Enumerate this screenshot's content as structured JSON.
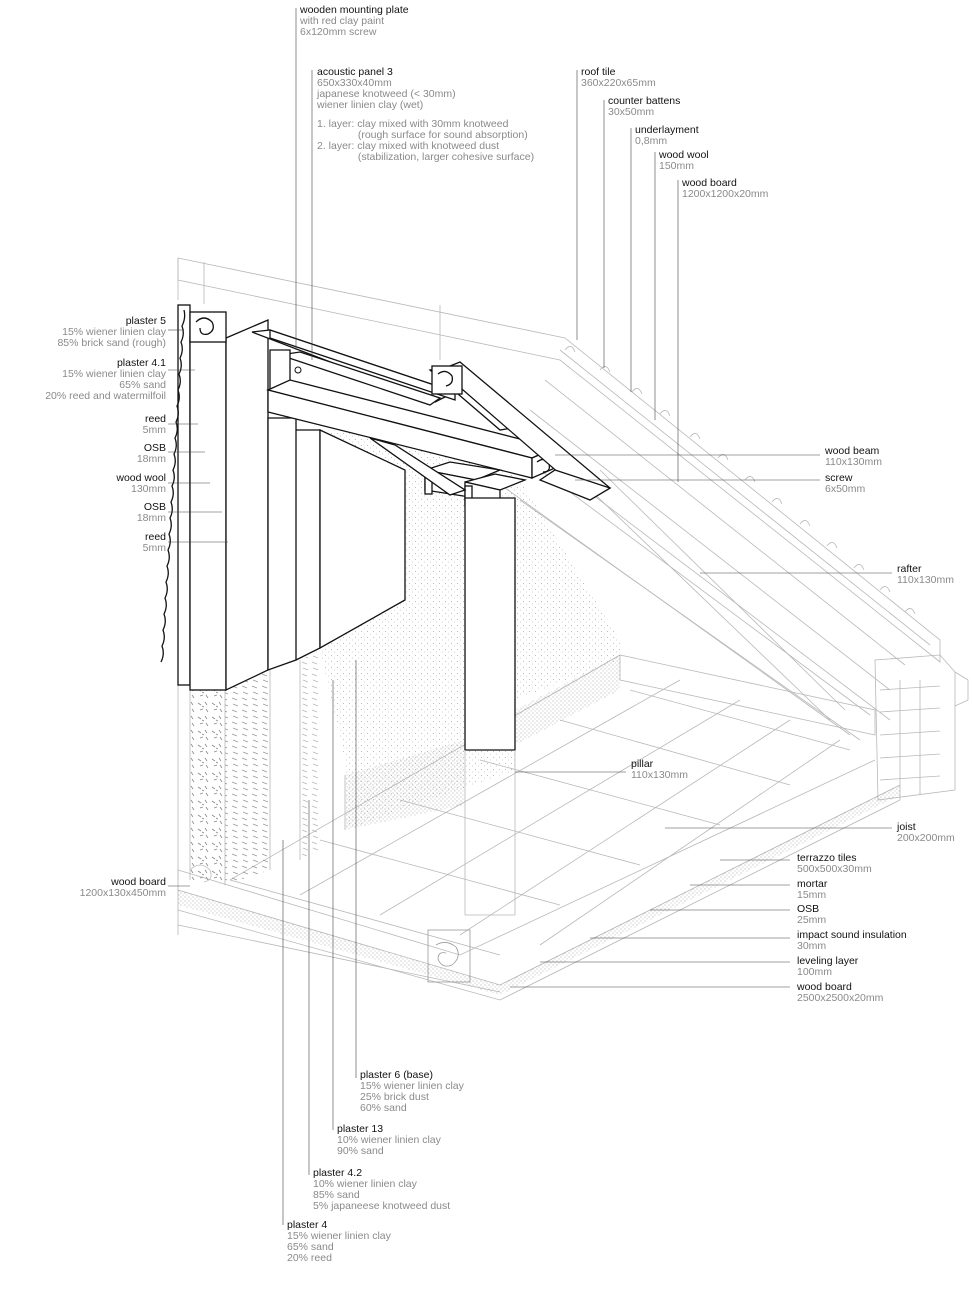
{
  "labels": {
    "mounting_plate": {
      "title": "wooden mounting plate",
      "lines": [
        "with red clay paint",
        "6x120mm screw"
      ]
    },
    "acoustic_panel": {
      "title": "acoustic panel 3",
      "lines": [
        "650x330x40mm",
        "japanese knotweed (< 30mm)",
        "wiener linien clay (wet)",
        "",
        "1. layer: clay mixed with 30mm knotweed",
        "              (rough surface for sound absorption)",
        "2. layer: clay mixed with knotweed dust",
        "              (stabilization, larger cohesive surface)"
      ]
    },
    "roof_tile": {
      "title": "roof tile",
      "lines": [
        "360x220x65mm"
      ]
    },
    "counter_battens": {
      "title": "counter battens",
      "lines": [
        "30x50mm"
      ]
    },
    "underlayment": {
      "title": "underlayment",
      "lines": [
        "0,8mm"
      ]
    },
    "wood_wool_roof": {
      "title": "wood wool",
      "lines": [
        "150mm"
      ]
    },
    "wood_board_roof": {
      "title": "wood board",
      "lines": [
        "1200x1200x20mm"
      ]
    },
    "plaster5": {
      "title": "plaster 5",
      "lines": [
        "15% wiener linien clay",
        "85% brick sand (rough)"
      ]
    },
    "plaster41": {
      "title": "plaster 4.1",
      "lines": [
        "15% wiener linien clay",
        "65% sand",
        "20% reed and watermilfoil"
      ]
    },
    "reed1": {
      "title": "reed",
      "lines": [
        "5mm"
      ]
    },
    "osb1": {
      "title": "OSB",
      "lines": [
        "18mm"
      ]
    },
    "wood_wool_wall": {
      "title": "wood wool",
      "lines": [
        "130mm"
      ]
    },
    "osb2": {
      "title": "OSB",
      "lines": [
        "18mm"
      ]
    },
    "reed2": {
      "title": "reed",
      "lines": [
        "5mm"
      ]
    },
    "wood_beam": {
      "title": "wood beam",
      "lines": [
        "110x130mm"
      ]
    },
    "screw": {
      "title": "screw",
      "lines": [
        "6x50mm"
      ]
    },
    "rafter": {
      "title": "rafter",
      "lines": [
        "110x130mm"
      ]
    },
    "pillar": {
      "title": "pillar",
      "lines": [
        "110x130mm"
      ]
    },
    "joist": {
      "title": "joist",
      "lines": [
        "200x200mm"
      ]
    },
    "terrazzo": {
      "title": "terrazzo tiles",
      "lines": [
        "500x500x30mm"
      ]
    },
    "mortar": {
      "title": "mortar",
      "lines": [
        "15mm"
      ]
    },
    "osb_floor": {
      "title": "OSB",
      "lines": [
        "25mm"
      ]
    },
    "impact": {
      "title": "impact sound insulation",
      "lines": [
        "30mm"
      ]
    },
    "leveling": {
      "title": "leveling layer",
      "lines": [
        "100mm"
      ]
    },
    "wood_board_floor": {
      "title": "wood board",
      "lines": [
        "2500x2500x20mm"
      ]
    },
    "wood_board_wall": {
      "title": "wood board",
      "lines": [
        "1200x130x450mm"
      ]
    },
    "plaster6": {
      "title": "plaster 6 (base)",
      "lines": [
        "15% wiener linien clay",
        "25% brick dust",
        "60% sand"
      ]
    },
    "plaster13": {
      "title": "plaster 13",
      "lines": [
        "10% wiener linien clay",
        "90% sand"
      ]
    },
    "plaster42": {
      "title": "plaster 4.2",
      "lines": [
        "10% wiener linien clay",
        "85% sand",
        "5% japaneese knotweed dust"
      ]
    },
    "plaster4": {
      "title": "plaster 4",
      "lines": [
        "15% wiener linien clay",
        "65% sand",
        "20% reed"
      ]
    }
  },
  "colors": {
    "title_text": "#111111",
    "sub_text": "#8a8a8a",
    "leader": "#444444",
    "ghost_line": "#b8b8b8",
    "cut_line": "#111111"
  }
}
